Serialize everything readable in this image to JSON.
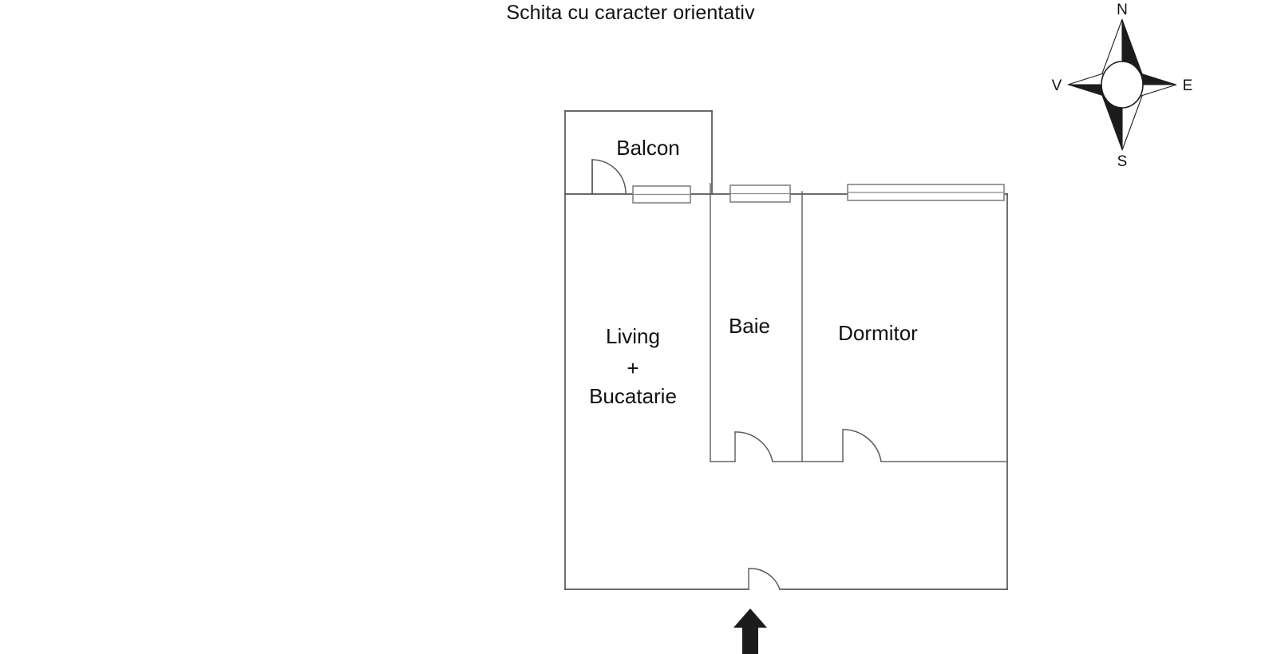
{
  "title": "Schita cu caracter orientativ",
  "plan": {
    "rooms": [
      {
        "id": "balcon",
        "label": "Balcon"
      },
      {
        "id": "living",
        "label": "Living",
        "label_line2": "+",
        "label_line3": "Bucatarie"
      },
      {
        "id": "baie",
        "label": "Baie"
      },
      {
        "id": "dormitor",
        "label": "Dormitor"
      }
    ],
    "openings": {
      "balcony_door": "door-arc-balcony",
      "bathroom_door": "door-arc-bathroom",
      "bedroom_door": "door-arc-bedroom",
      "entrance_door": "door-arc-entrance",
      "windows": [
        "window-living",
        "window-baie",
        "window-dormitor"
      ]
    },
    "entrance_marker": "entrance-arrow-icon"
  },
  "compass": {
    "north": "N",
    "south": "S",
    "west": "V",
    "east": "E"
  },
  "colors": {
    "wall": "#555555",
    "text": "#111111",
    "arrow": "#1c1c1c",
    "background": "#ffffff"
  }
}
